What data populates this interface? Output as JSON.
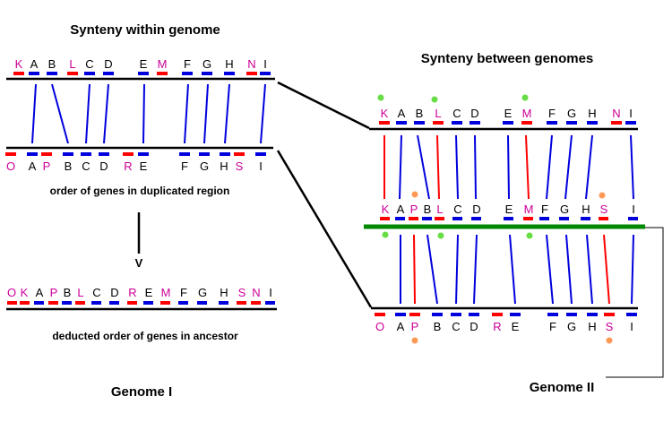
{
  "colors": {
    "pink": "#cc0099",
    "black": "#000000",
    "red": "#ff0000",
    "blue": "#0000dd",
    "green": "#008800",
    "dot_green": "#66dd44",
    "dot_orange": "#ff9955"
  },
  "genome1": {
    "title": "Synteny within genome",
    "row_top_labels": [
      "K",
      "A",
      "B",
      "L",
      "C",
      "D",
      "E",
      "M",
      "F",
      "G",
      "H",
      "N",
      "I"
    ],
    "row_bottom_labels": [
      "O",
      "A",
      "P",
      "B",
      "C",
      "D",
      "R",
      "E",
      "F",
      "G",
      "H",
      "S",
      "I"
    ],
    "caption_duplicated": "order of genes in duplicated region",
    "arrow_head": "V",
    "ancestor_labels": [
      "O",
      "K",
      "A",
      "P",
      "B",
      "L",
      "C",
      "D",
      "R",
      "E",
      "M",
      "F",
      "G",
      "H",
      "S",
      "N",
      "I"
    ],
    "caption_ancestor": "deducted order of genes in ancestor",
    "name": "Genome I"
  },
  "genome2": {
    "title": "Synteny between genomes",
    "row_top_labels": [
      "K",
      "A",
      "B",
      "L",
      "C",
      "D",
      "E",
      "M",
      "F",
      "G",
      "H",
      "N",
      "I"
    ],
    "row_middle_labels": [
      "K",
      "A",
      "P",
      "B",
      "L",
      "C",
      "D",
      "E",
      "M",
      "F",
      "G",
      "H",
      "S",
      "I"
    ],
    "row_bottom_labels": [
      "O",
      "A",
      "P",
      "B",
      "C",
      "D",
      "R",
      "E",
      "F",
      "G",
      "H",
      "S",
      "I"
    ],
    "name": "Genome II"
  }
}
